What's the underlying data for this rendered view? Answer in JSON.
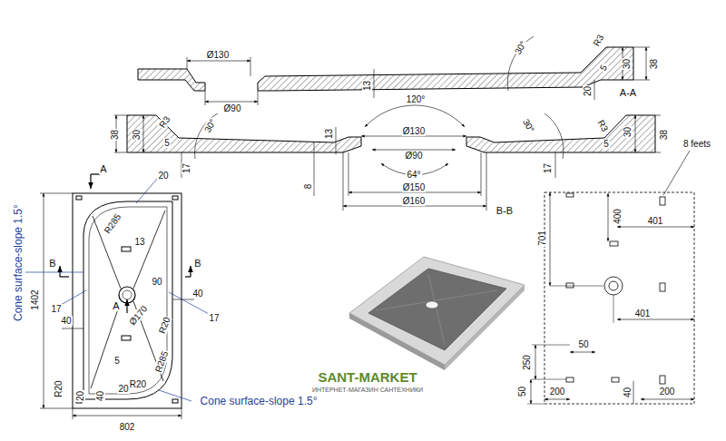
{
  "diagram": {
    "labels": [
      "Ø130",
      "Ø90",
      "13",
      "30°",
      "R3",
      "5",
      "30",
      "38",
      "20",
      "A-A",
      "38",
      "30",
      "R3",
      "5",
      "30°",
      "17",
      "120°",
      "13",
      "Ø130",
      "Ø90",
      "64°",
      "8",
      "Ø150",
      "Ø160",
      "B-B",
      "30°",
      "R3",
      "5",
      "30",
      "38",
      "17",
      "A",
      "20",
      "Cone surface-slope 1.5°",
      "R285",
      "13",
      "B",
      "B",
      "17",
      "90",
      "A",
      "Ø170",
      "R20",
      "40",
      "17",
      "1402",
      "40",
      "5",
      "R285",
      "R20",
      "20",
      "R20",
      "20",
      "40",
      "802",
      "Cone surface-slope 1.5°",
      "SANT-MARKET",
      "ИНТЕРНЕТ-МАГАЗИН САНТЕХНИКИ",
      "8 feets",
      "400",
      "401",
      "701",
      "401",
      "50",
      "250",
      "50",
      "200",
      "40",
      "200"
    ]
  }
}
